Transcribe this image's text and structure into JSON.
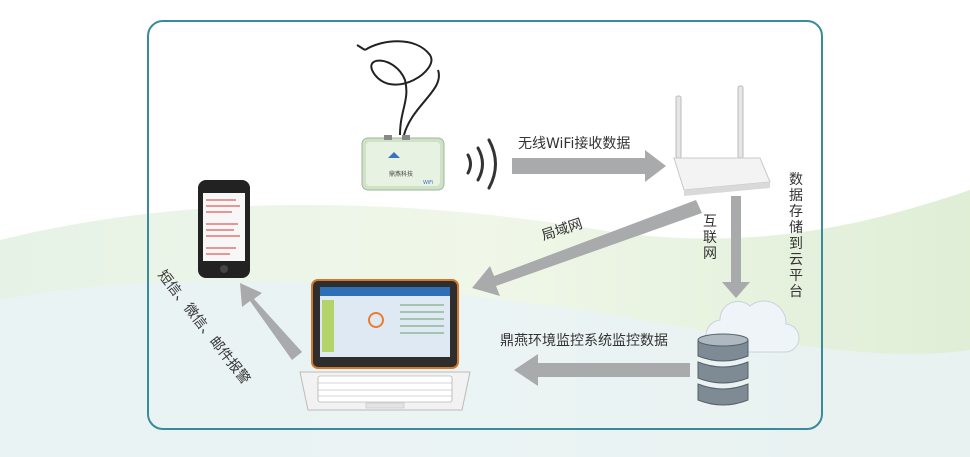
{
  "labels": {
    "wifi_receive": "无线WiFi接收数据",
    "lan": "局域网",
    "internet": "互联网",
    "cloud_storage": "数据存储到云平台",
    "monitor_data": "鼎燕环境监控系统监控数据",
    "alarm": "短信、微信、邮件报警"
  },
  "device": {
    "brand": "鼎燕科技",
    "wifi_badge": "WiFi"
  },
  "colors": {
    "frame": "#3a8a9a",
    "arrow": "#a9aaab",
    "laptop_body": "#2e2e2e",
    "laptop_trim": "#d4782a"
  }
}
